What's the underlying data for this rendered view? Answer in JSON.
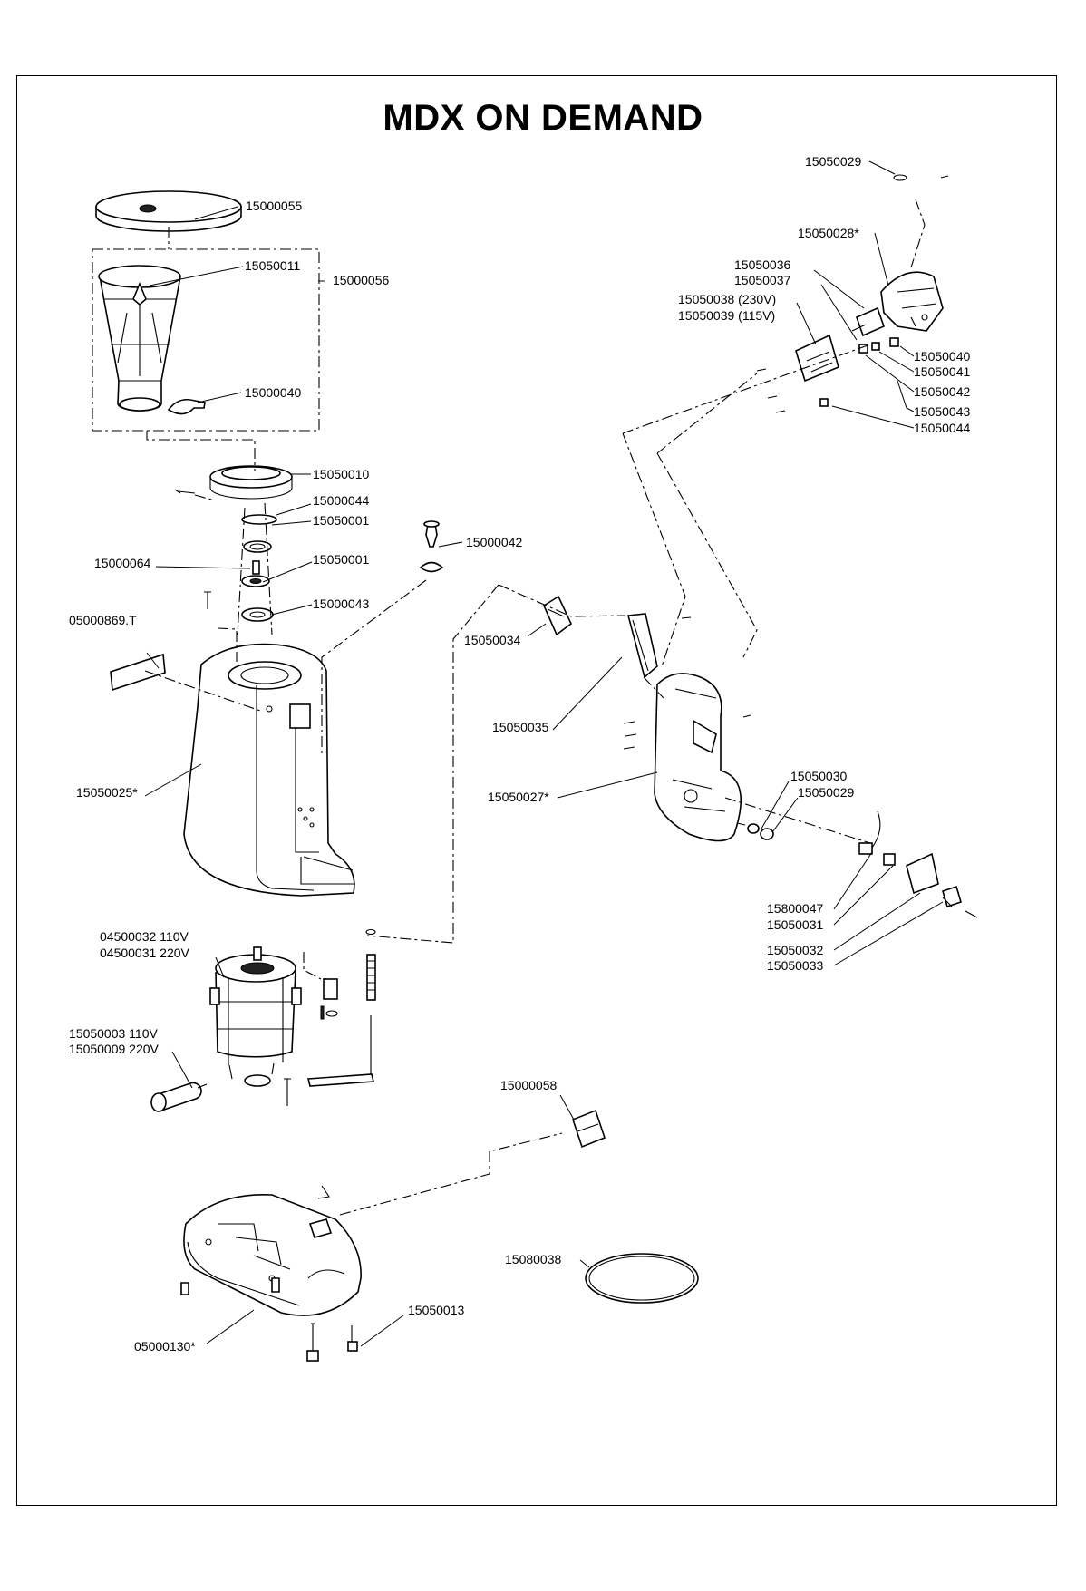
{
  "title": "MDX ON DEMAND",
  "labels": {
    "p15000055": "15000055",
    "p15050011": "15050011",
    "p15000056": "15000056",
    "p15000040": "15000040",
    "p15050010": "15050010",
    "p15000044": "15000044",
    "p15050001a": "15050001",
    "p15000064": "15000064",
    "p15050001b": "15050001",
    "p15000043": "15000043",
    "p15000042": "15000042",
    "p05000869T": "05000869.T",
    "p15050025": "15050025*",
    "p15050034": "15050034",
    "p15050035": "15050035",
    "p15050027": "15050027*",
    "p15050029top": "15050029",
    "p15050028": "15050028*",
    "p15050036": "15050036",
    "p15050037": "15050037",
    "p15050038": "15050038 (230V)",
    "p15050039": "15050039 (115V)",
    "p15050040": "15050040",
    "p15050041": "15050041",
    "p15050042": "15050042",
    "p15050043": "15050043",
    "p15050044": "15050044",
    "p15050030": "15050030",
    "p15050029mid": "15050029",
    "p15800047": "15800047",
    "p15050031": "15050031",
    "p15050032": "15050032",
    "p15050033": "15050033",
    "p04500032": "04500032 110V",
    "p04500031": "04500031 220V",
    "p15050003": "15050003 110V",
    "p15050009": "15050009 220V",
    "p15000058": "15000058",
    "p15080038": "15080038",
    "p15050013": "15050013",
    "p05000130": "05000130*"
  }
}
